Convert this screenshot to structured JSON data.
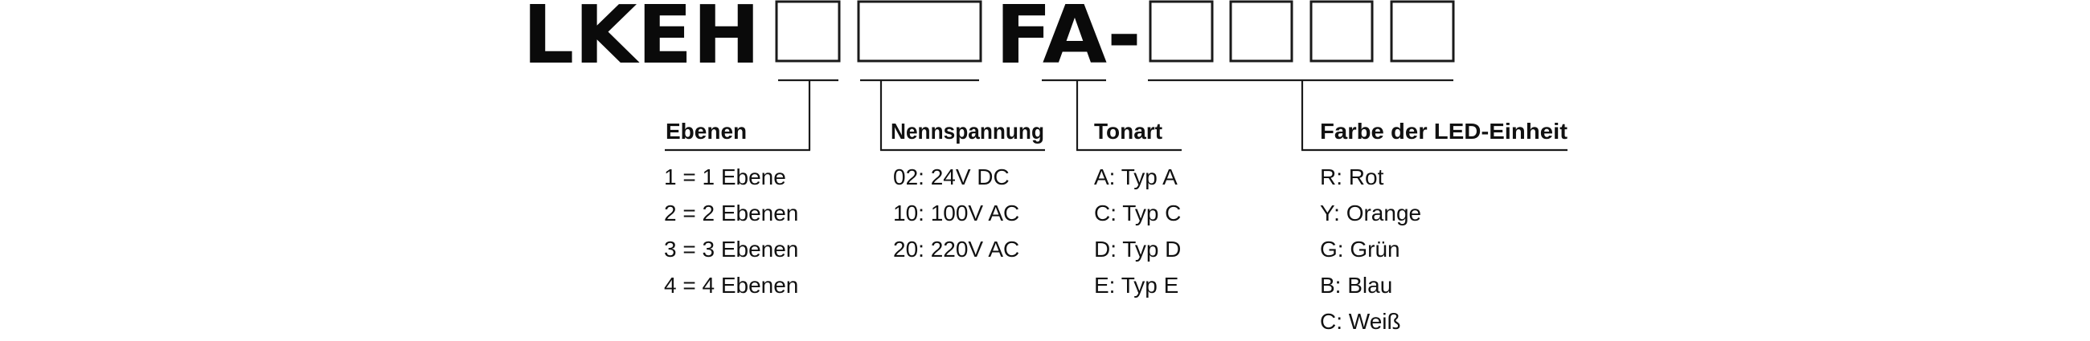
{
  "code": {
    "prefix": "LKEH",
    "middle": "FA-"
  },
  "groups": [
    {
      "title": "Ebenen",
      "options": [
        "1 = 1 Ebene",
        "2 = 2 Ebenen",
        "3 = 3 Ebenen",
        "4 = 4 Ebenen"
      ]
    },
    {
      "title": "Nennspannung",
      "options": [
        "02: 24V DC",
        "10: 100V AC",
        "20: 220V AC"
      ]
    },
    {
      "title": "Tonart",
      "options": [
        "A: Typ A",
        "C: Typ C",
        "D: Typ D",
        "E: Typ E"
      ]
    },
    {
      "title": "Farbe der LED-Einheit",
      "options": [
        "R: Rot",
        "Y: Orange",
        "G: Grün",
        "B: Blau",
        "C: Weiß"
      ]
    }
  ]
}
